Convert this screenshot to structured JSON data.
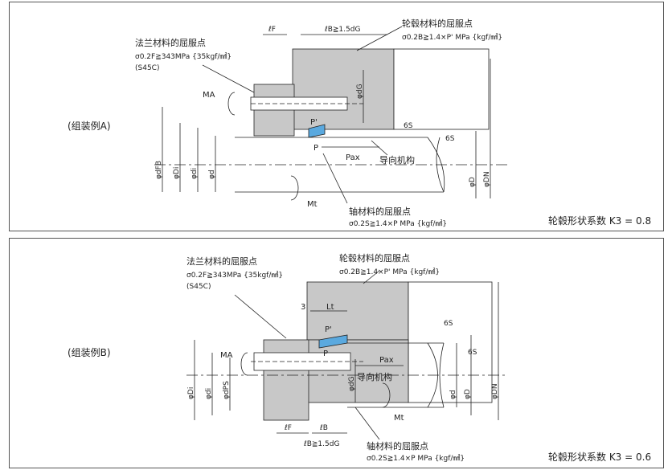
{
  "panel_a": {
    "example_label": "(组装例A)",
    "flange_title": "法兰材料的屈服点",
    "flange_formula": "σ0.2F≧343MPa {35kgf/㎟}",
    "flange_material": "(S45C)",
    "hub_title": "轮毂材料的屈服点",
    "hub_formula": "σ0.2B≧1.4×P' MPa {kgf/㎟}",
    "shaft_title": "轴材料的屈服点",
    "shaft_formula": "σ0.2S≧1.4×P MPa {kgf/㎟}",
    "guide_label": "导向机构",
    "lf": "ℓF",
    "lb": "ℓB≧1.5dG",
    "ma": "MA",
    "mt": "Mt",
    "p_prime": "P'",
    "p": "P",
    "pax": "Pax",
    "dg": "φdG",
    "dfb": "φdFB",
    "di": "φDi",
    "di_small": "φdi",
    "d": "φd",
    "D": "φD",
    "dn": "φDN",
    "roughness": "6S",
    "roughness2": "6S",
    "factor": "轮毂形状系数 K3 = 0.8"
  },
  "panel_b": {
    "example_label": "(组装例B)",
    "flange_title": "法兰材料的屈服点",
    "flange_formula": "σ0.2F≧343MPa {35kgf/㎟}",
    "flange_material": "(S45C)",
    "hub_title": "轮毂材料的屈服点",
    "hub_formula": "σ0.2B≧1.4×P' MPa {kgf/㎟}",
    "shaft_title": "轴材料的屈服点",
    "shaft_formula": "σ0.2S≧1.4×P MPa {kgf/㎟}",
    "guide_label": "导向机构",
    "lf": "ℓF",
    "lb": "ℓB",
    "lb_cond": "ℓB≧1.5dG",
    "three": "3",
    "lt": "Lt",
    "ma": "MA",
    "mt": "Mt",
    "p_prime": "P'",
    "p": "P",
    "pax": "Pax",
    "dg": "φdG",
    "di": "φDi",
    "di_small": "φdi",
    "dps": "φdPS",
    "d": "φd",
    "D": "φD",
    "dn": "φDN",
    "roughness": "6S",
    "roughness2": "6S",
    "factor": "轮毂形状系数 K3 = 0.6"
  },
  "colors": {
    "part_fill": "#c8c8c8",
    "dark_fill": "#9a9a9a",
    "ring_fill": "#5aa9df",
    "line": "#222222"
  }
}
